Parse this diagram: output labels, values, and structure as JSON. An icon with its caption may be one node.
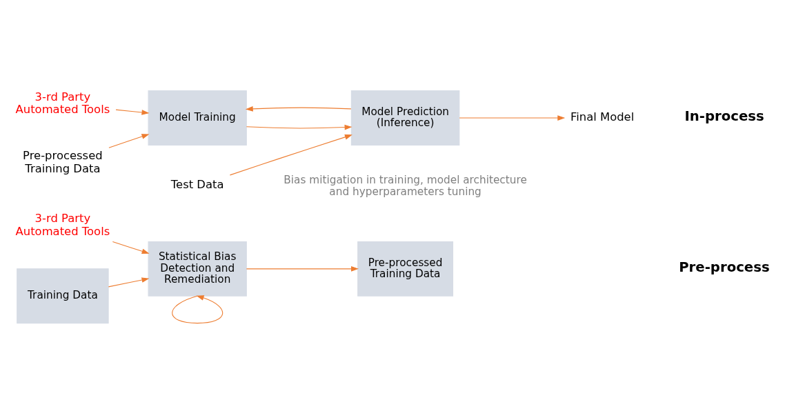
{
  "diagram": {
    "nodes": [
      {
        "text": [
          "3-rd Party Automated Tools"
        ]
      },
      {
        "text": [
          "Training Data"
        ]
      },
      {
        "text": [
          "Statistical Bias Detection and Remediation"
        ]
      },
      {
        "text": [
          "Pre-processed Training Data"
        ]
      },
      {
        "text": [
          "3-rd Party Automated Tools"
        ]
      },
      {
        "text": [
          "Test Data"
        ]
      },
      {
        "text": [
          "Pre-processed Training Data"
        ]
      },
      {
        "text": [
          "Model Training"
        ]
      },
      {
        "text": [
          "Model Prediction (Inference)"
        ]
      },
      {
        "text": [
          "Final Model"
        ]
      }
    ],
    "edges": [
      {
        "from": 0,
        "to": 2,
        "arrow": "to"
      },
      {
        "from": 1,
        "to": 2,
        "arrow": "to"
      },
      {
        "from": 2,
        "to": 2,
        "arrow": "to"
      },
      {
        "from": 2,
        "to": 3,
        "arrow": "to"
      },
      {
        "from": 4,
        "to": 7,
        "arrow": "to"
      },
      {
        "from": 5,
        "to": 8,
        "arrow": "to"
      },
      {
        "from": 6,
        "to": 7,
        "arrow": "to"
      },
      {
        "from": 7,
        "to": 8,
        "arrow": "to"
      },
      {
        "from": 8,
        "to": 9,
        "arrow": "to"
      },
      {
        "from": 8,
        "to": 7,
        "arrow": "to"
      }
    ],
    "labels": [
      "Pre-process",
      "In-process",
      "Bias mitigation in training, model architecture and hyperparameters tuning"
    ]
  }
}
